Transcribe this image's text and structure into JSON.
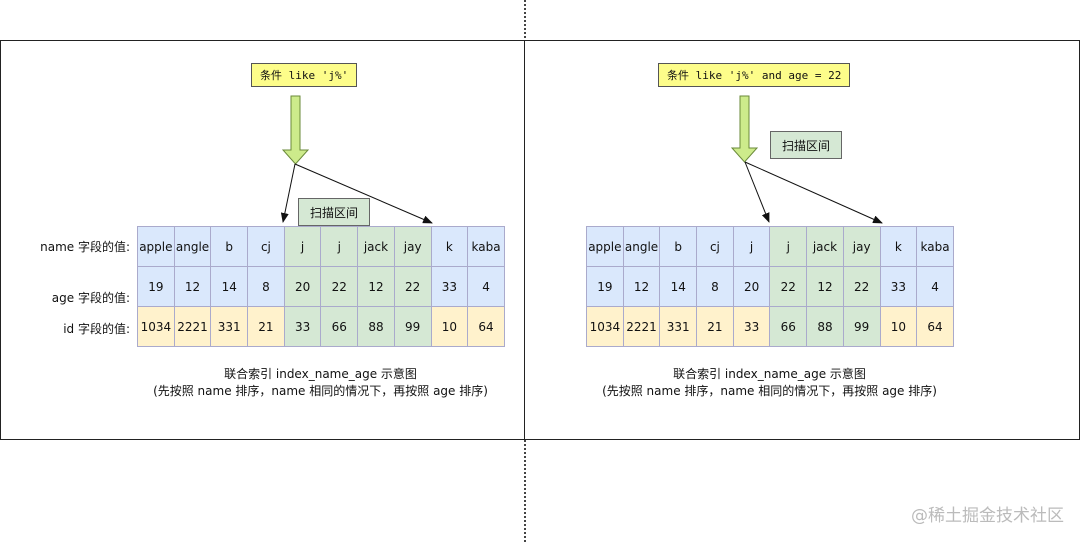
{
  "left": {
    "condition": "条件 like 'j%'",
    "scan_label": "扫描区间",
    "row_labels": [
      "name 字段的值:",
      "age 字段的值:",
      "id 字段的值:"
    ],
    "names": [
      "apple",
      "angle",
      "b",
      "cj",
      "j",
      "j",
      "jack",
      "jay",
      "k",
      "kaba"
    ],
    "ages": [
      "19",
      "12",
      "14",
      "8",
      "20",
      "22",
      "12",
      "22",
      "33",
      "4"
    ],
    "ids": [
      "1034",
      "2221",
      "331",
      "21",
      "33",
      "66",
      "88",
      "99",
      "10",
      "64"
    ],
    "highlight_columns": [
      4,
      5,
      6,
      7
    ],
    "caption_line1": "联合索引 index_name_age 示意图",
    "caption_line2": "(先按照 name 排序，name 相同的情况下，再按照 age 排序)"
  },
  "right": {
    "condition": "条件 like 'j%' and age = 22",
    "scan_label": "扫描区间",
    "names": [
      "apple",
      "angle",
      "b",
      "cj",
      "j",
      "j",
      "jack",
      "jay",
      "k",
      "kaba"
    ],
    "ages": [
      "19",
      "12",
      "14",
      "8",
      "20",
      "22",
      "12",
      "22",
      "33",
      "4"
    ],
    "ids": [
      "1034",
      "2221",
      "331",
      "21",
      "33",
      "66",
      "88",
      "99",
      "10",
      "64"
    ],
    "highlight_columns": [
      5,
      6,
      7
    ],
    "caption_line1": "联合索引 index_name_age 示意图",
    "caption_line2": "(先按照 name 排序，name 相同的情况下，再按照 age 排序)"
  },
  "watermark": "@稀土掘金技术社区",
  "colors": {
    "name_age_row": "#dae8fc",
    "id_row": "#fff2cc",
    "highlight": "#d5e8d4",
    "condition_box": "#fdfd8a",
    "arrow_fill": "#cdeb8b"
  }
}
